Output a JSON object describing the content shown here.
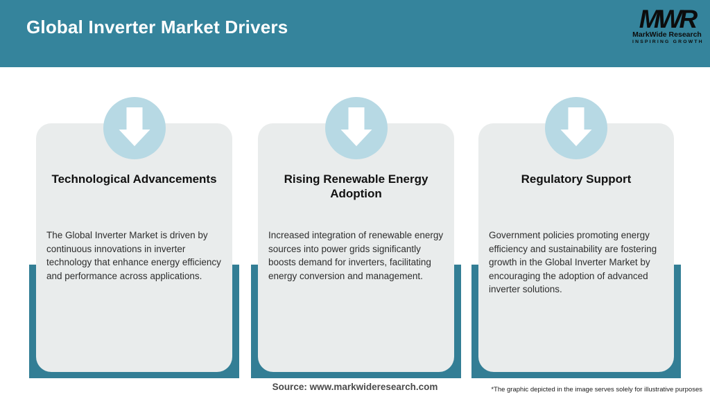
{
  "header": {
    "title": "Global Inverter Market Drivers",
    "logo": {
      "monogram": "MWR",
      "name": "MarkWide Research",
      "tagline": "INSPIRING GROWTH"
    }
  },
  "cards": [
    {
      "title": "Technological Advancements",
      "icon": "down-arrow-icon",
      "description": "The Global Inverter Market is driven by continuous innovations in inverter technology that enhance energy efficiency and performance across applications."
    },
    {
      "title": "Rising Renewable Energy Adoption",
      "icon": "down-arrow-icon",
      "description": "Increased integration of renewable energy sources into power grids significantly boosts demand for inverters, facilitating energy conversion and management."
    },
    {
      "title": "Regulatory Support",
      "icon": "down-arrow-icon",
      "description": "Government policies promoting energy efficiency and sustainability are fostering growth in the Global Inverter Market by encouraging the adoption of advanced inverter solutions."
    }
  ],
  "footer": {
    "source": "Source: www.markwideresearch.com",
    "disclaimer": "*The graphic depicted in the image serves solely for illustrative purposes"
  },
  "colors": {
    "header_teal": "#35849C",
    "backing_teal": "#337E95",
    "card_gray": "#E9ECEC",
    "circle_blue": "#B7D9E4",
    "arrow_white": "#FFFFFF",
    "title_black": "#111111"
  }
}
